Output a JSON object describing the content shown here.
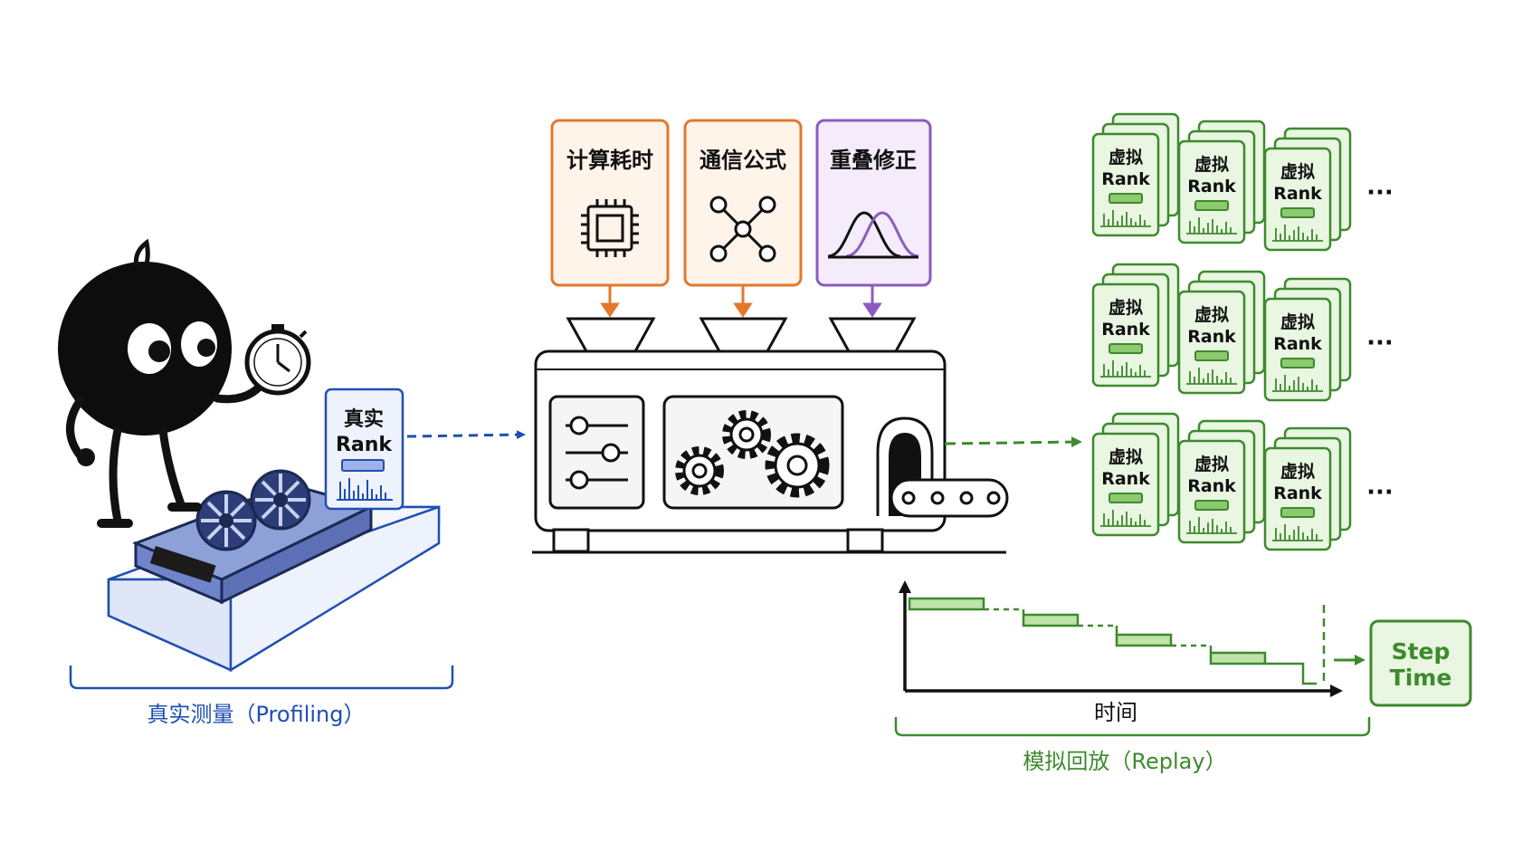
{
  "colors": {
    "blue": "#1f4fb3",
    "orange": "#e3782b",
    "purple": "#8a5cc0",
    "green": "#3d8a2e",
    "green_light": "#e9f6e1",
    "gpu_blue": "#6f84c9"
  },
  "profiling": {
    "card_label_line1": "真实",
    "card_label_line2": "Rank",
    "caption": "真实测量（Profiling）"
  },
  "inputs": [
    {
      "label": "计算耗时",
      "icon": "chip-icon"
    },
    {
      "label": "通信公式",
      "icon": "network-icon"
    },
    {
      "label": "重叠修正",
      "icon": "distribution-curve-icon"
    }
  ],
  "virtual_rank": {
    "line1": "虚拟",
    "line2": "Rank",
    "ellipsis": "···"
  },
  "timeline": {
    "xlabel": "时间"
  },
  "step_time": {
    "line1": "Step",
    "line2": "Time"
  },
  "replay": {
    "caption": "模拟回放（Replay）"
  }
}
